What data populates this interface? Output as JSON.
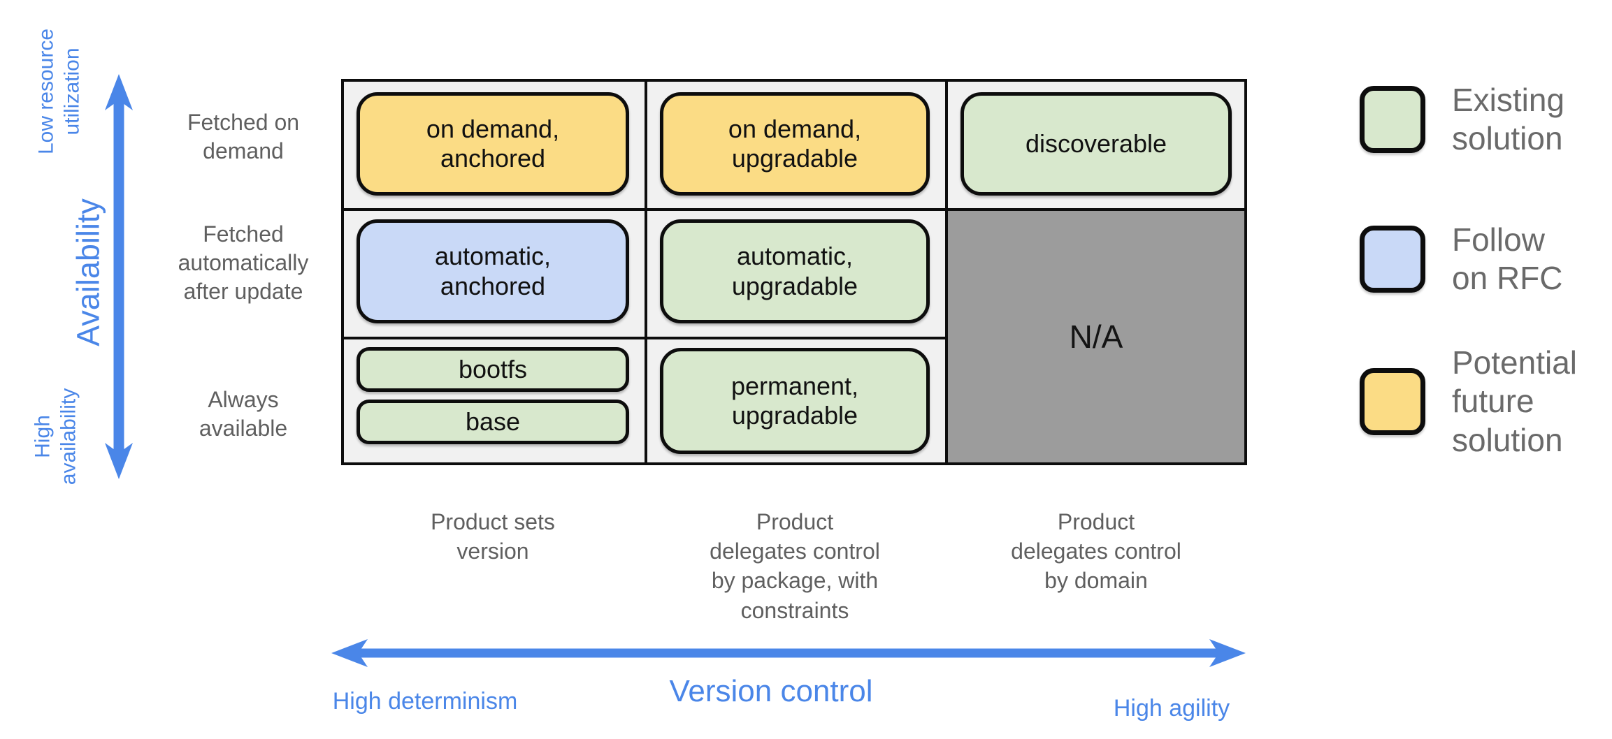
{
  "colors": {
    "accent_blue": "#4a86e8",
    "existing_green": "#d8e8cd",
    "follow_blue": "#c9d9f7",
    "future_yellow": "#fbdc85",
    "na_gray": "#9c9c9c"
  },
  "y_axis": {
    "top_label": "Low resource\nutilization",
    "axis_label": "Availability",
    "bottom_label": "High\navailability"
  },
  "x_axis": {
    "left_label": "High determinism",
    "axis_label": "Version control",
    "right_label": "High agility"
  },
  "matrix": {
    "row_labels": [
      "Fetched on\ndemand",
      "Fetched\nautomatically\nafter update",
      "Always\navailable"
    ],
    "col_labels": [
      "Product sets\nversion",
      "Product\ndelegates control\nby package, with\nconstraints",
      "Product\ndelegates control\nby domain"
    ],
    "na_label": "N/A",
    "boxes": [
      {
        "text": "on demand,\nanchored",
        "color": "#fbdc85"
      },
      {
        "text": "on demand,\nupgradable",
        "color": "#fbdc85"
      },
      {
        "text": "discoverable",
        "color": "#d8e8cd"
      },
      {
        "text": "automatic,\nanchored",
        "color": "#c9d9f7"
      },
      {
        "text": "automatic,\nupgradable",
        "color": "#d8e8cd"
      },
      {
        "text": "bootfs",
        "color": "#d8e8cd"
      },
      {
        "text": "base",
        "color": "#d8e8cd"
      },
      {
        "text": "permanent,\nupgradable",
        "color": "#d8e8cd"
      }
    ]
  },
  "legend": {
    "items": [
      {
        "label": "Existing\nsolution",
        "color": "#d8e8cd"
      },
      {
        "label": "Follow\non RFC",
        "color": "#c9d9f7"
      },
      {
        "label": "Potential\nfuture\nsolution",
        "color": "#fbdc85"
      }
    ]
  }
}
